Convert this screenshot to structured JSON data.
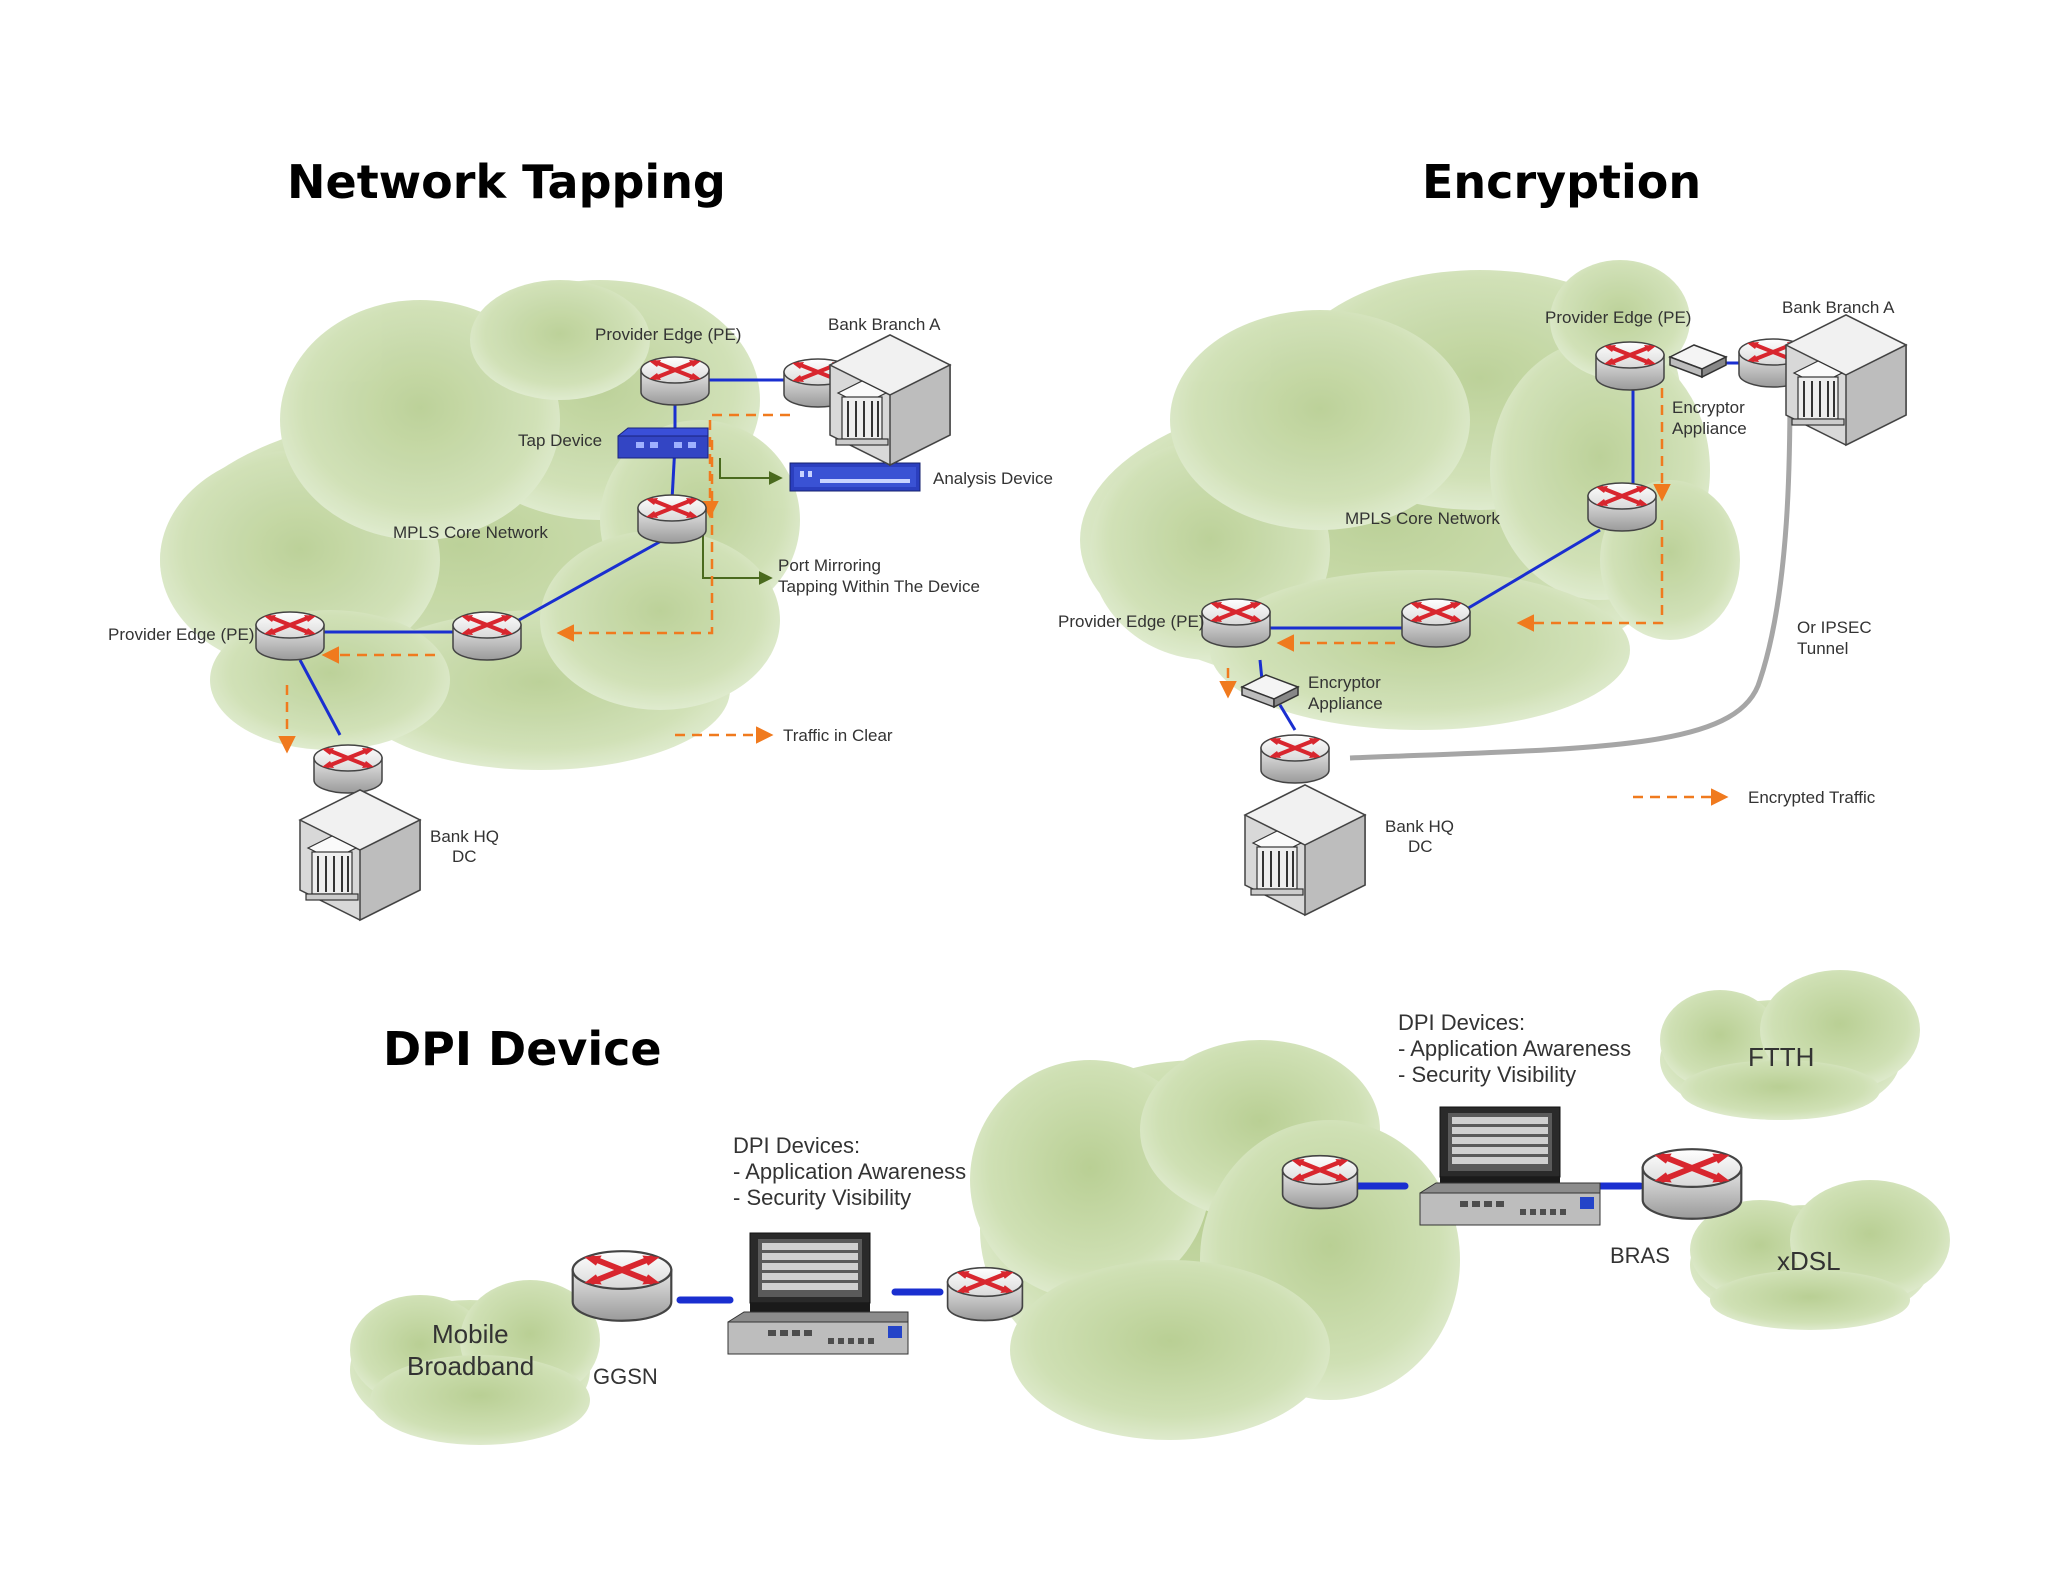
{
  "titles": {
    "tapping": "Network Tapping",
    "encryption": "Encryption",
    "dpi": "DPI Device"
  },
  "tapping": {
    "pe_top": "Provider Edge (PE)",
    "branch": "Bank Branch A",
    "tap_device": "Tap Device",
    "analysis_device": "Analysis Device",
    "mpls": "MPLS Core Network",
    "port_mirroring_1": "Port Mirroring",
    "port_mirroring_2": "Tapping Within The Device",
    "pe_left": "Provider Edge (PE)",
    "hq_1": "Bank HQ",
    "hq_2": "DC",
    "legend": "Traffic in Clear"
  },
  "encryption": {
    "pe_top": "Provider Edge (PE)",
    "branch": "Bank Branch A",
    "enc_top_1": "Encryptor",
    "enc_top_2": "Appliance",
    "mpls": "MPLS Core Network",
    "pe_left": "Provider Edge (PE)",
    "enc_bottom_1": "Encryptor",
    "enc_bottom_2": "Appliance",
    "ipsec_1": "Or IPSEC",
    "ipsec_2": "Tunnel",
    "hq_1": "Bank HQ",
    "hq_2": "DC",
    "legend": "Encrypted Traffic"
  },
  "dpi": {
    "mobile_1": "Mobile",
    "mobile_2": "Broadband",
    "ggsn": "GGSN",
    "dpi_left_1": "DPI Devices:",
    "dpi_left_2": "- Application Awareness",
    "dpi_left_3": "- Security Visibility",
    "dpi_right_1": "DPI Devices:",
    "dpi_right_2": "- Application Awareness",
    "dpi_right_3": "- Security Visibility",
    "bras": "BRAS",
    "ftth": "FTTH",
    "xdsl": "xDSL"
  },
  "colors": {
    "link": "#1a2fd0",
    "traffic": "#f07a1e",
    "mirror": "#4a6a1e",
    "cloud": "#c9dcaa",
    "router_arrow": "#d8262e"
  }
}
